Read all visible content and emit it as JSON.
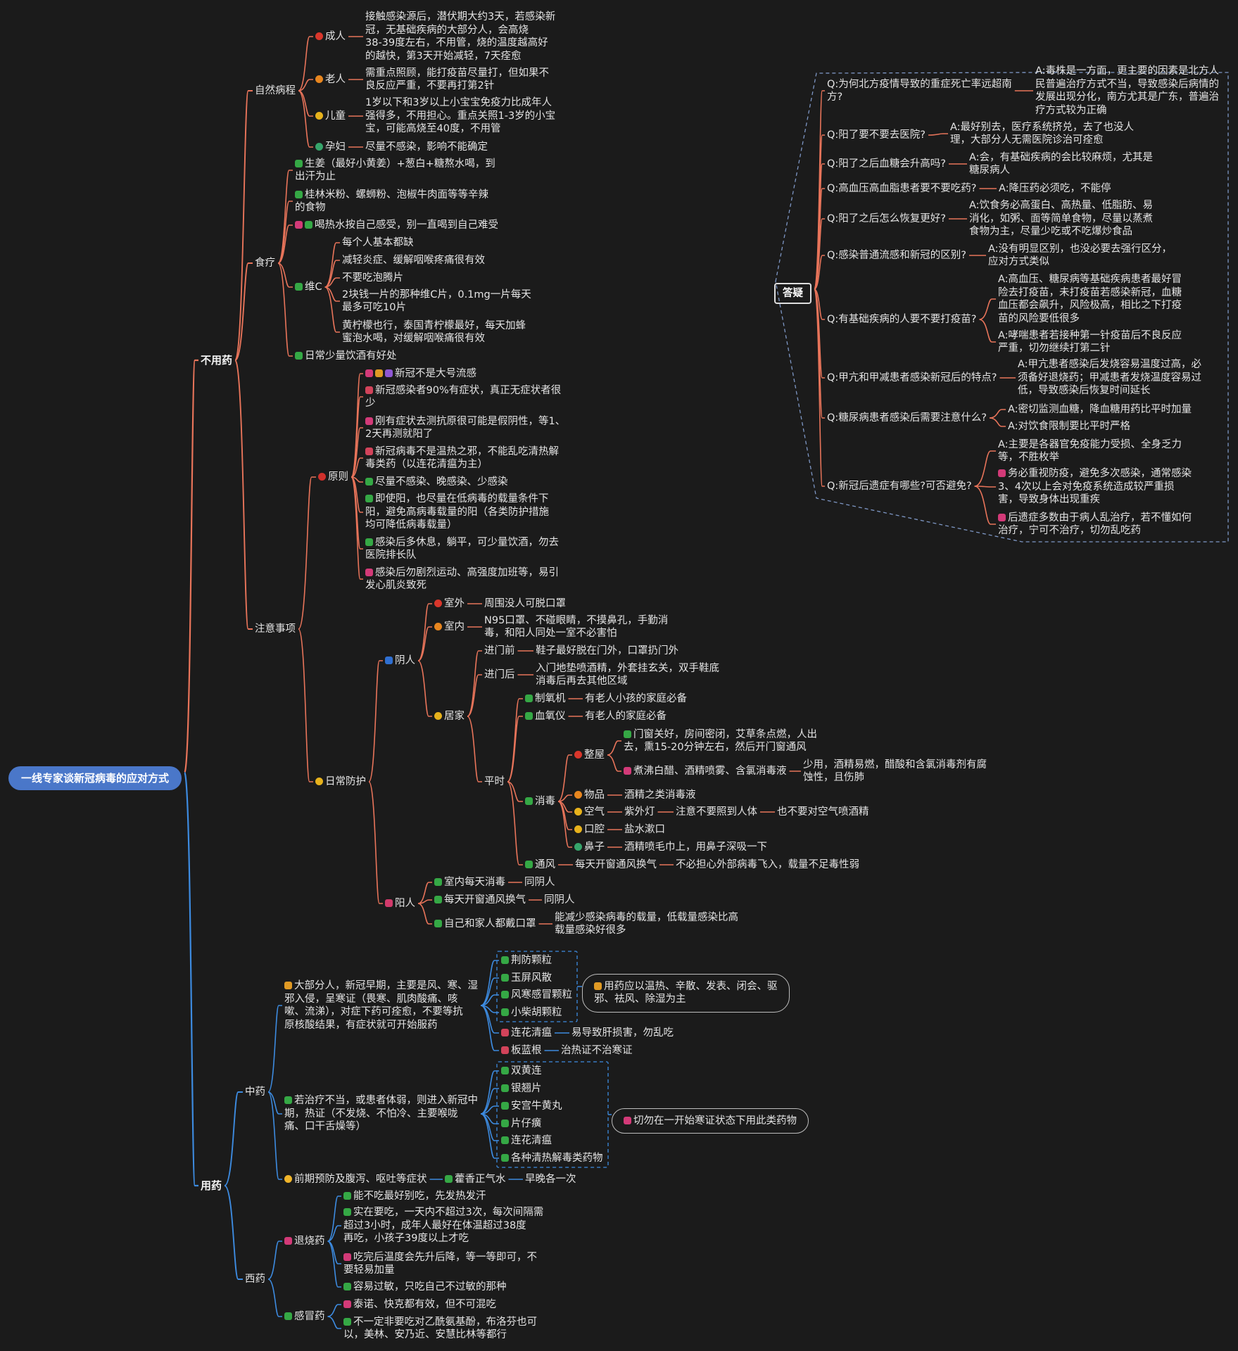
{
  "title": "一线专家谈新冠病毒的应对方式",
  "colors": {
    "background": "#1b1b1b",
    "root": "#4a77c9",
    "top_branch": "#e8745a",
    "bottom_branch": "#3d8be0",
    "text": "#e4e4e4"
  },
  "branches": {
    "no_med": "不用药",
    "use_med": "用药",
    "qa": "答疑"
  },
  "nodes": {
    "natural": "自然病程",
    "adult": "成人",
    "adult_d": "接触感染源后，潜伏期大约3天，若感染新\n冠，无基础疾病的大部分人，会高烧\n38-39度左右，不用管，烧的温度越高好\n的越快，第3天开始减轻，7天痊愈",
    "elder": "老人",
    "elder_d": "需重点照顾，能打疫苗尽量打，但如果不\n良反应严重，不要再打第2针",
    "child": "儿童",
    "child_d": "1岁以下和3岁以上小宝宝免疫力比成年人\n强得多，不用担心。重点关照1-3岁的小宝\n宝，可能高烧至40度，不用管",
    "preg": "孕妇",
    "preg_d": "尽量不感染，影响不能确定",
    "diet": "食疗",
    "diet1": "生姜（最好小黄姜）+葱白+糖熬水喝，到\n出汗为止",
    "diet2": "桂林米粉、螺蛳粉、泡椒牛肉面等等辛辣\n的食物",
    "diet3": "喝热水按自己感受，别一直喝到自己难受",
    "vitc": "维C",
    "vitc1": "每个人基本都缺",
    "vitc2": "减轻炎症、缓解咽喉疼痛很有效",
    "vitc3": "不要吃泡腾片",
    "vitc4": "2块钱一片的那种维C片，0.1mg一片每天\n最多可吃10片",
    "vitc5": "黄柠檬也行，泰国青柠檬最好，每天加蜂\n蜜泡水喝，对缓解咽喉痛很有效",
    "diet5": "日常少量饮酒有好处",
    "notes": "注意事项",
    "principle": "原则",
    "pr1": "新冠不是大号流感",
    "pr2": "新冠感染者90%有症状，真正无症状者很\n少",
    "pr3": "刚有症状去测抗原很可能是假阴性，等1、\n2天再测就阳了",
    "pr4": "新冠病毒不是温热之邪，不能乱吃清热解\n毒类药（以连花清瘟为主）",
    "pr5": "尽量不感染、晚感染、少感染",
    "pr6": "即使阳，也尽量在低病毒的载量条件下\n阳，避免高病毒载量的阳（各类防护措施\n均可降低病毒载量）",
    "pr7": "感染后多休息，躺平，可少量饮酒，勿去\n医院排长队",
    "pr8": "感染后勿剧烈运动、高强度加班等，易引\n发心肌炎致死",
    "daily": "日常防护",
    "neg": "阴人",
    "outdoor": "室外",
    "outdoor_d": "周围没人可脱口罩",
    "indoor": "室内",
    "indoor_d": "N95口罩、不碰眼睛，不摸鼻孔，手勤消\n毒，和阳人同处一室不必害怕",
    "home": "居家",
    "enter_before": "进门前",
    "enter_before_d": "鞋子最好脱在门外，口罩扔门外",
    "enter_after": "进门后",
    "enter_after_d": "入门地垫喷酒精，外套挂玄关，双手鞋底\n消毒后再去其他区域",
    "usual": "平时",
    "oxygen": "制氧机",
    "oxygen_d": "有老人小孩的家庭必备",
    "oximeter": "血氧仪",
    "oximeter_d": "有老人的家庭必备",
    "disinfect": "消毒",
    "house": "整屋",
    "house1": "门窗关好，房间密闭，艾草条点燃，人出\n去，熏15-20分钟左右，然后开门窗通风",
    "house2": "煮沸白醋、酒精喷雾、含氯消毒液",
    "house2_d": "少用，酒精易燃，醋酸和含氯消毒剂有腐\n蚀性，且伤肺",
    "items": "物品",
    "items_d": "酒精之类消毒液",
    "air": "空气",
    "air_d": "紫外灯",
    "air_d2": "注意不要照到人体",
    "air_d3": "也不要对空气喷酒精",
    "mouth": "口腔",
    "mouth_d": "盐水漱口",
    "nose": "鼻子",
    "nose_d": "酒精喷毛巾上，用鼻子深吸一下",
    "vent": "通风",
    "vent_d": "每天开窗通风换气",
    "vent_d2": "不必担心外部病毒飞入，载量不足毒性弱",
    "pos": "阳人",
    "pos1": "室内每天消毒",
    "pos1_d": "同阴人",
    "pos2": "每天开窗通风换气",
    "pos2_d": "同阴人",
    "pos3": "自己和家人都戴口罩",
    "pos3_d": "能减少感染病毒的载量，低载量感染比高\n载量感染好很多",
    "tcm": "中药",
    "tcm_a": "大部分人，新冠早期，主要是风、寒、湿\n邪入侵，呈寒证（畏寒、肌肉酸痛、咳\n嗽、流涕），对症下药可痊愈，不要等抗\n原核酸结果，有症状就可开始服药",
    "tcm_a1": "荆防颗粒",
    "tcm_a2": "玉屏风散",
    "tcm_a3": "风寒感冒颗粒",
    "tcm_a4": "小柴胡颗粒",
    "tcm_a_note": "用药应以温热、辛散、发表、闭会、驱\n邪、祛风、除湿为主",
    "tcm_a5": "连花清瘟",
    "tcm_a5_d": "易导致肝损害，勿乱吃",
    "tcm_a6": "板蓝根",
    "tcm_a6_d": "治热证不治寒证",
    "tcm_b": "若治疗不当，或患者体弱，则进入新冠中\n期，热证（不发烧、不怕冷、主要喉咙\n痛、口干舌燥等）",
    "tcm_b1": "双黄连",
    "tcm_b2": "银翘片",
    "tcm_b3": "安宫牛黄丸",
    "tcm_b4": "片仔癀",
    "tcm_b5": "连花清瘟",
    "tcm_b6": "各种清热解毒类药物",
    "tcm_b_note": "切勿在一开始寒证状态下用此类药物",
    "tcm_c": "前期预防及腹泻、呕吐等症状",
    "tcm_c1": "藿香正气水",
    "tcm_c1_d": "早晚各一次",
    "west": "西药",
    "antipyretic": "退烧药",
    "ap1": "能不吃最好别吃，先发热发汗",
    "ap2": "实在要吃，一天内不超过3次，每次间隔需\n超过3小时，成年人最好在体温超过38度\n再吃，小孩子39度以上才吃",
    "ap3": "吃完后温度会先升后降，等一等即可，不\n要轻易加量",
    "ap4": "容易过敏，只吃自己不过敏的那种",
    "cold": "感冒药",
    "cold1": "泰诺、快克都有效，但不可混吃",
    "cold2": "不一定非要吃对乙酰氨基酚，布洛芬也可\n以，美林、安乃近、安慧比林等都行",
    "q1": "Q:为何北方疫情导致的重症死亡率远超南\n方?",
    "a1": "A:毒株是一方面，更主要的因素是北方人\n民普遍治疗方式不当，导致感染后病情的\n发展出现分化，南方尤其是广东，普遍治\n疗方式较为正确",
    "q2": "Q:阳了要不要去医院?",
    "a2": "A:最好别去，医疗系统挤兑，去了也没人\n理，大部分人无需医院诊治可痊愈",
    "q3": "Q:阳了之后血糖会升高吗?",
    "a3": "A:会，有基础疾病的会比较麻烦，尤其是\n糖尿病人",
    "q4": "Q:高血压高血脂患者要不要吃药?",
    "a4": "A:降压药必须吃，不能停",
    "q5": "Q:阳了之后怎么恢复更好?",
    "a5": "A:饮食务必高蛋白、高热量、低脂肪、易\n消化，如粥、面等简单食物，尽量以蒸煮\n食物为主，尽量少吃或不吃爆炒食品",
    "q6": "Q:感染普通流感和新冠的区别?",
    "a6": "A:没有明显区别，也没必要去强行区分，\n应对方式类似",
    "q7": "Q:有基础疾病的人要不要打疫苗?",
    "a7a": "A:高血压、糖尿病等基础疾病患者最好冒\n险去打疫苗，未打疫苗若感染新冠，血糖\n血压都会飙升，风险极高，相比之下打疫\n苗的风险要低很多",
    "a7b": "A:哮喘患者若接种第一针疫苗后不良反应\n严重，切勿继续打第二针",
    "q8": "Q:甲亢和甲减患者感染新冠后的特点?",
    "a8": "A:甲亢患者感染后发烧容易温度过高，必\n须备好退烧药；甲减患者发烧温度容易过\n低，导致感染后恢复时间延长",
    "q9": "Q:糖尿病患者感染后需要注意什么?",
    "a9a": "A:密切监测血糖，降血糖用药比平时加量",
    "a9b": "A:对饮食限制要比平时严格",
    "q10": "Q:新冠后遗症有哪些?可否避免?",
    "a10a": "A:主要是各器官免疫能力受损、全身乏力\n等，不胜枚举",
    "a10b": "务必重视防疫，避免多次感染，通常感染\n3、4次以上会对免疫系统造成较严重损\n害，导致身体出现重疾",
    "a10c": "后遗症多数由于病人乱治疗，若不懂如何\n治疗，宁可不治疗，切勿乱吃药"
  }
}
